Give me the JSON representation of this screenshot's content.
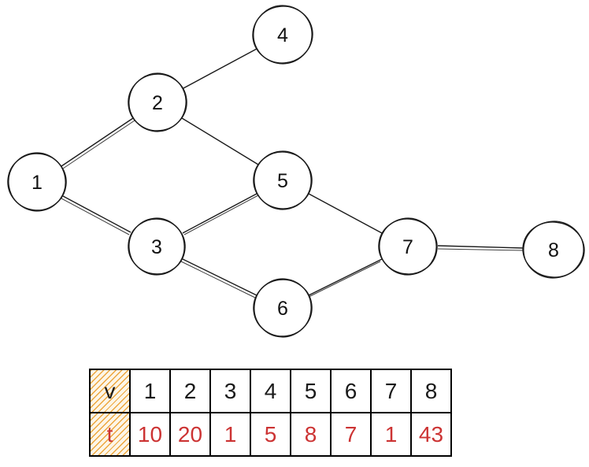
{
  "graph": {
    "nodes": [
      {
        "id": "1",
        "label": "1"
      },
      {
        "id": "2",
        "label": "2"
      },
      {
        "id": "3",
        "label": "3"
      },
      {
        "id": "4",
        "label": "4"
      },
      {
        "id": "5",
        "label": "5"
      },
      {
        "id": "6",
        "label": "6"
      },
      {
        "id": "7",
        "label": "7"
      },
      {
        "id": "8",
        "label": "8"
      }
    ],
    "edges": [
      "1-2",
      "2-4",
      "2-5",
      "1-3",
      "3-5",
      "3-6",
      "5-7",
      "6-7",
      "7-8"
    ]
  },
  "table": {
    "row_v_label": "v",
    "row_t_label": "t",
    "vertices": [
      "1",
      "2",
      "3",
      "4",
      "5",
      "6",
      "7",
      "8"
    ],
    "times": [
      "10",
      "20",
      "1",
      "5",
      "8",
      "7",
      "1",
      "43"
    ]
  },
  "colors": {
    "node_stroke": "#1a1a1a",
    "table_border": "#000000",
    "value_red": "#cc3333",
    "hatch_line": "#eda63d",
    "hatch_background": "#fdf6e8"
  }
}
